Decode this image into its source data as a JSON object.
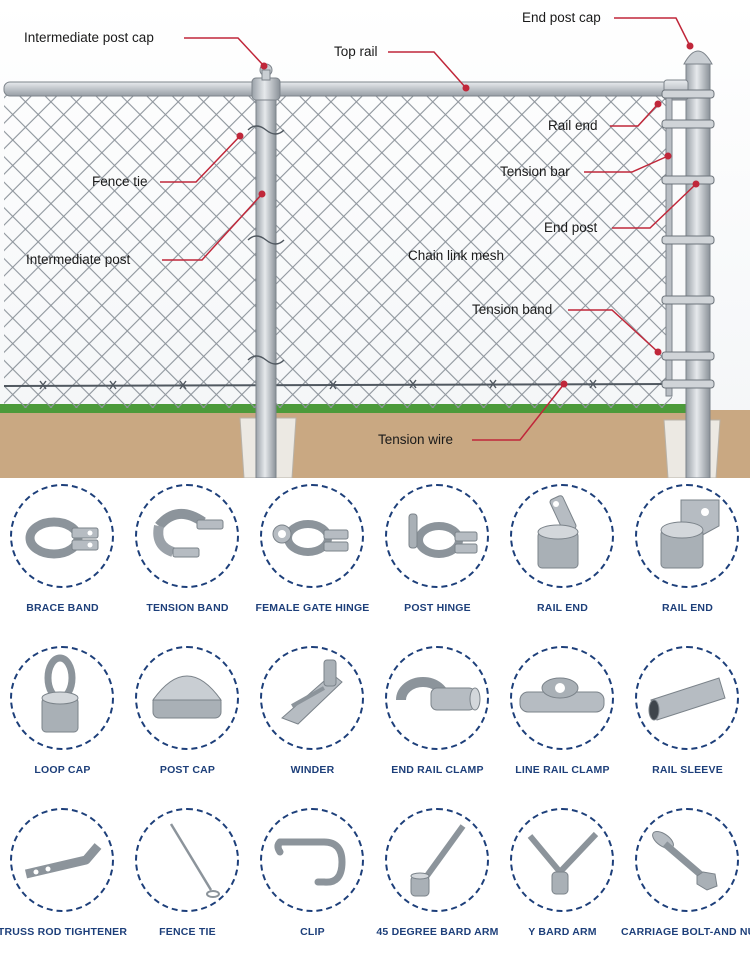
{
  "diagram": {
    "callouts": {
      "end_post_cap": "End post cap",
      "intermediate_post_cap": "Intermediate post cap",
      "top_rail": "Top rail",
      "rail_end": "Rail end",
      "fence_tie": "Fence tie",
      "tension_bar": "Tension bar",
      "end_post": "End post",
      "intermediate_post": "Intermediate post",
      "chain_link_mesh": "Chain link mesh",
      "tension_band": "Tension band",
      "tension_wire": "Tension wire"
    },
    "colors": {
      "callout_line": "#c0273a",
      "ground": "#c9a882",
      "grass": "#4c9a3a",
      "post": "#c9ced3"
    }
  },
  "parts": [
    {
      "label": "BRACE BAND",
      "icon": "brace-band-icon"
    },
    {
      "label": "TENSION BAND",
      "icon": "tension-band-icon"
    },
    {
      "label": "FEMALE GATE HINGE",
      "icon": "female-gate-hinge-icon"
    },
    {
      "label": "POST HINGE",
      "icon": "post-hinge-icon"
    },
    {
      "label": "RAIL END",
      "icon": "rail-end-icon"
    },
    {
      "label": "RAIL END",
      "icon": "rail-end-cap-icon"
    },
    {
      "label": "LOOP CAP",
      "icon": "loop-cap-icon"
    },
    {
      "label": "POST CAP",
      "icon": "post-cap-icon"
    },
    {
      "label": "WINDER",
      "icon": "winder-icon"
    },
    {
      "label": "END RAIL CLAMP",
      "icon": "end-rail-clamp-icon"
    },
    {
      "label": "LINE RAIL CLAMP",
      "icon": "line-rail-clamp-icon"
    },
    {
      "label": "RAIL SLEEVE",
      "icon": "rail-sleeve-icon"
    },
    {
      "label": "TRUSS ROD TIGHTENER",
      "icon": "truss-rod-tightener-icon"
    },
    {
      "label": "FENCE TIE",
      "icon": "fence-tie-icon"
    },
    {
      "label": "CLIP",
      "icon": "clip-icon"
    },
    {
      "label": "45 DEGREE BARD ARM",
      "icon": "45-degree-barb-arm-icon"
    },
    {
      "label": "Y BARD ARM",
      "icon": "y-barb-arm-icon"
    },
    {
      "label": "CARRIAGE BOLT-AND NUT",
      "icon": "carriage-bolt-icon"
    }
  ],
  "theme": {
    "part_label_color": "#1d3f7a",
    "circle_border": "#1d3f7a"
  }
}
